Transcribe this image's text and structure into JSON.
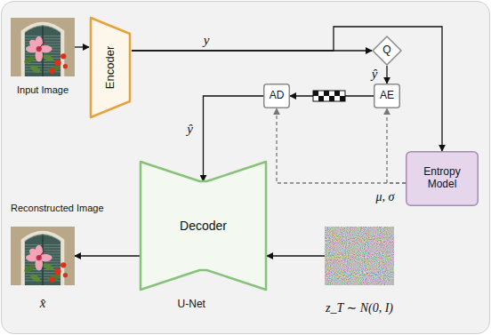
{
  "diagram": {
    "nodes": [
      {
        "text": [
          "Input Image"
        ]
      },
      {
        "text": [
          "Encoder"
        ]
      },
      {
        "text": [
          "Q"
        ]
      },
      {
        "text": [
          "AE"
        ]
      },
      {
        "text": [
          "AD"
        ]
      },
      {
        "text": [
          "Entropy Model"
        ]
      },
      {
        "text": [
          "Reconstructed Image",
          "x̂"
        ]
      },
      {
        "text": [
          "Decoder",
          "U-Net"
        ]
      },
      {
        "text": [
          "z_T ∼ N(0, I)"
        ]
      }
    ],
    "edges": [
      {
        "from": 0,
        "to": 1,
        "arrow": "to"
      },
      {
        "from": 1,
        "to": 2,
        "label": "y",
        "arrow": "to"
      },
      {
        "from": 1,
        "to": 5,
        "arrow": "to"
      },
      {
        "from": 2,
        "to": 3,
        "label": "ŷ",
        "arrow": "to"
      },
      {
        "from": 3,
        "to": 4,
        "arrow": "to"
      },
      {
        "from": 5,
        "to": 3,
        "label": "μ, σ",
        "arrow": "to"
      },
      {
        "from": 5,
        "to": 4,
        "arrow": "to"
      },
      {
        "from": 4,
        "to": 7,
        "label": "ŷ",
        "arrow": "to"
      },
      {
        "from": 8,
        "to": 7,
        "arrow": "to"
      },
      {
        "from": 7,
        "to": 6,
        "arrow": "to"
      }
    ]
  }
}
